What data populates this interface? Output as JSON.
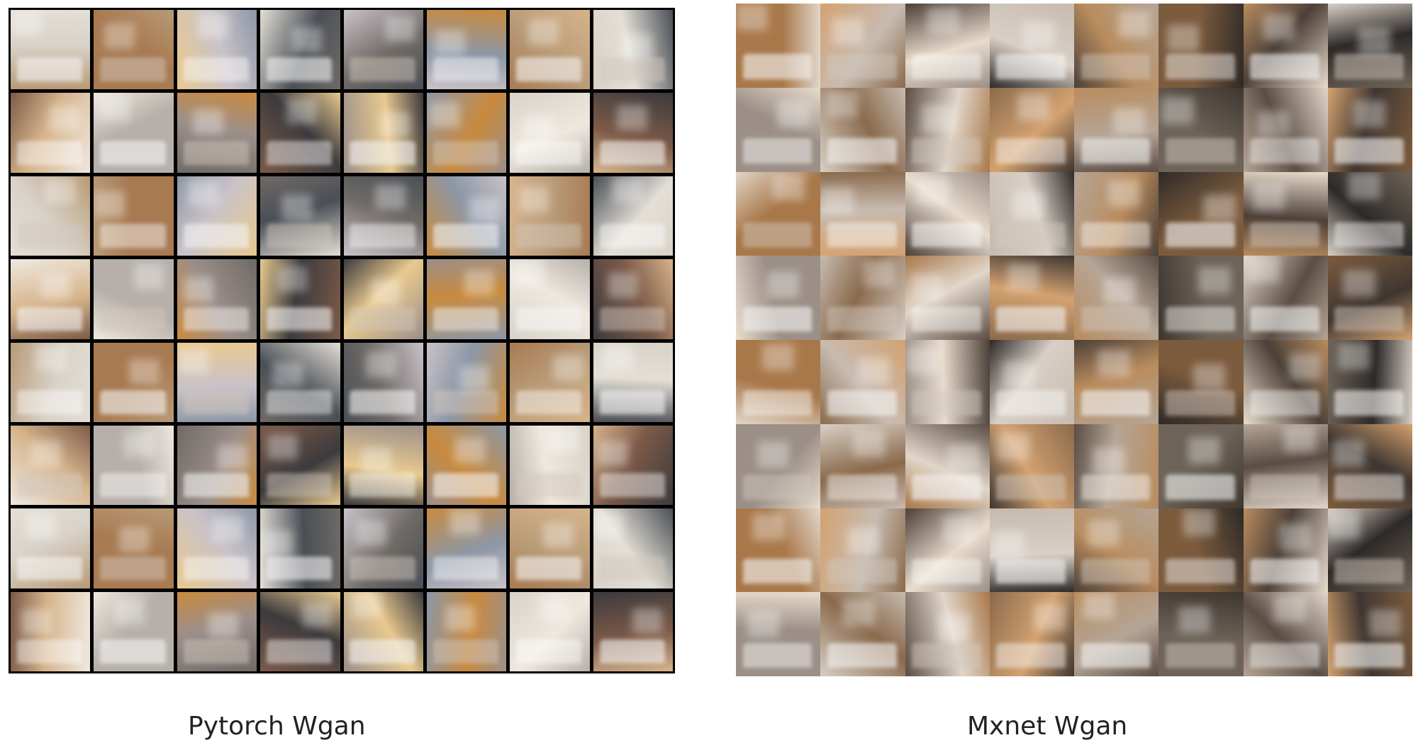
{
  "panels": [
    {
      "caption": "Pytorch Wgan",
      "rows": 8,
      "cols": 8,
      "palette": [
        "#b89a76",
        "#4a4f56",
        "#d8d2c8",
        "#c98a3e",
        "#9c8f8a",
        "#e4dfd6",
        "#6f6a66",
        "#a87a52",
        "#efe8df",
        "#3c3a3d",
        "#d6b48c",
        "#8d97a6",
        "#c9c2c8",
        "#7c5a48",
        "#e8c98e",
        "#b7b0aa"
      ]
    },
    {
      "caption": "Mxnet Wgan",
      "rows": 8,
      "cols": 8,
      "palette": [
        "#8a6a4c",
        "#4c4038",
        "#d8cfc6",
        "#a9784a",
        "#6d6358",
        "#e1d6c9",
        "#2e2a28",
        "#b98c5e",
        "#c7bbb0",
        "#5b4d44",
        "#d4a270",
        "#9b8f87",
        "#7c5b3d",
        "#e8dccd",
        "#3f3631",
        "#b5a596"
      ]
    }
  ]
}
